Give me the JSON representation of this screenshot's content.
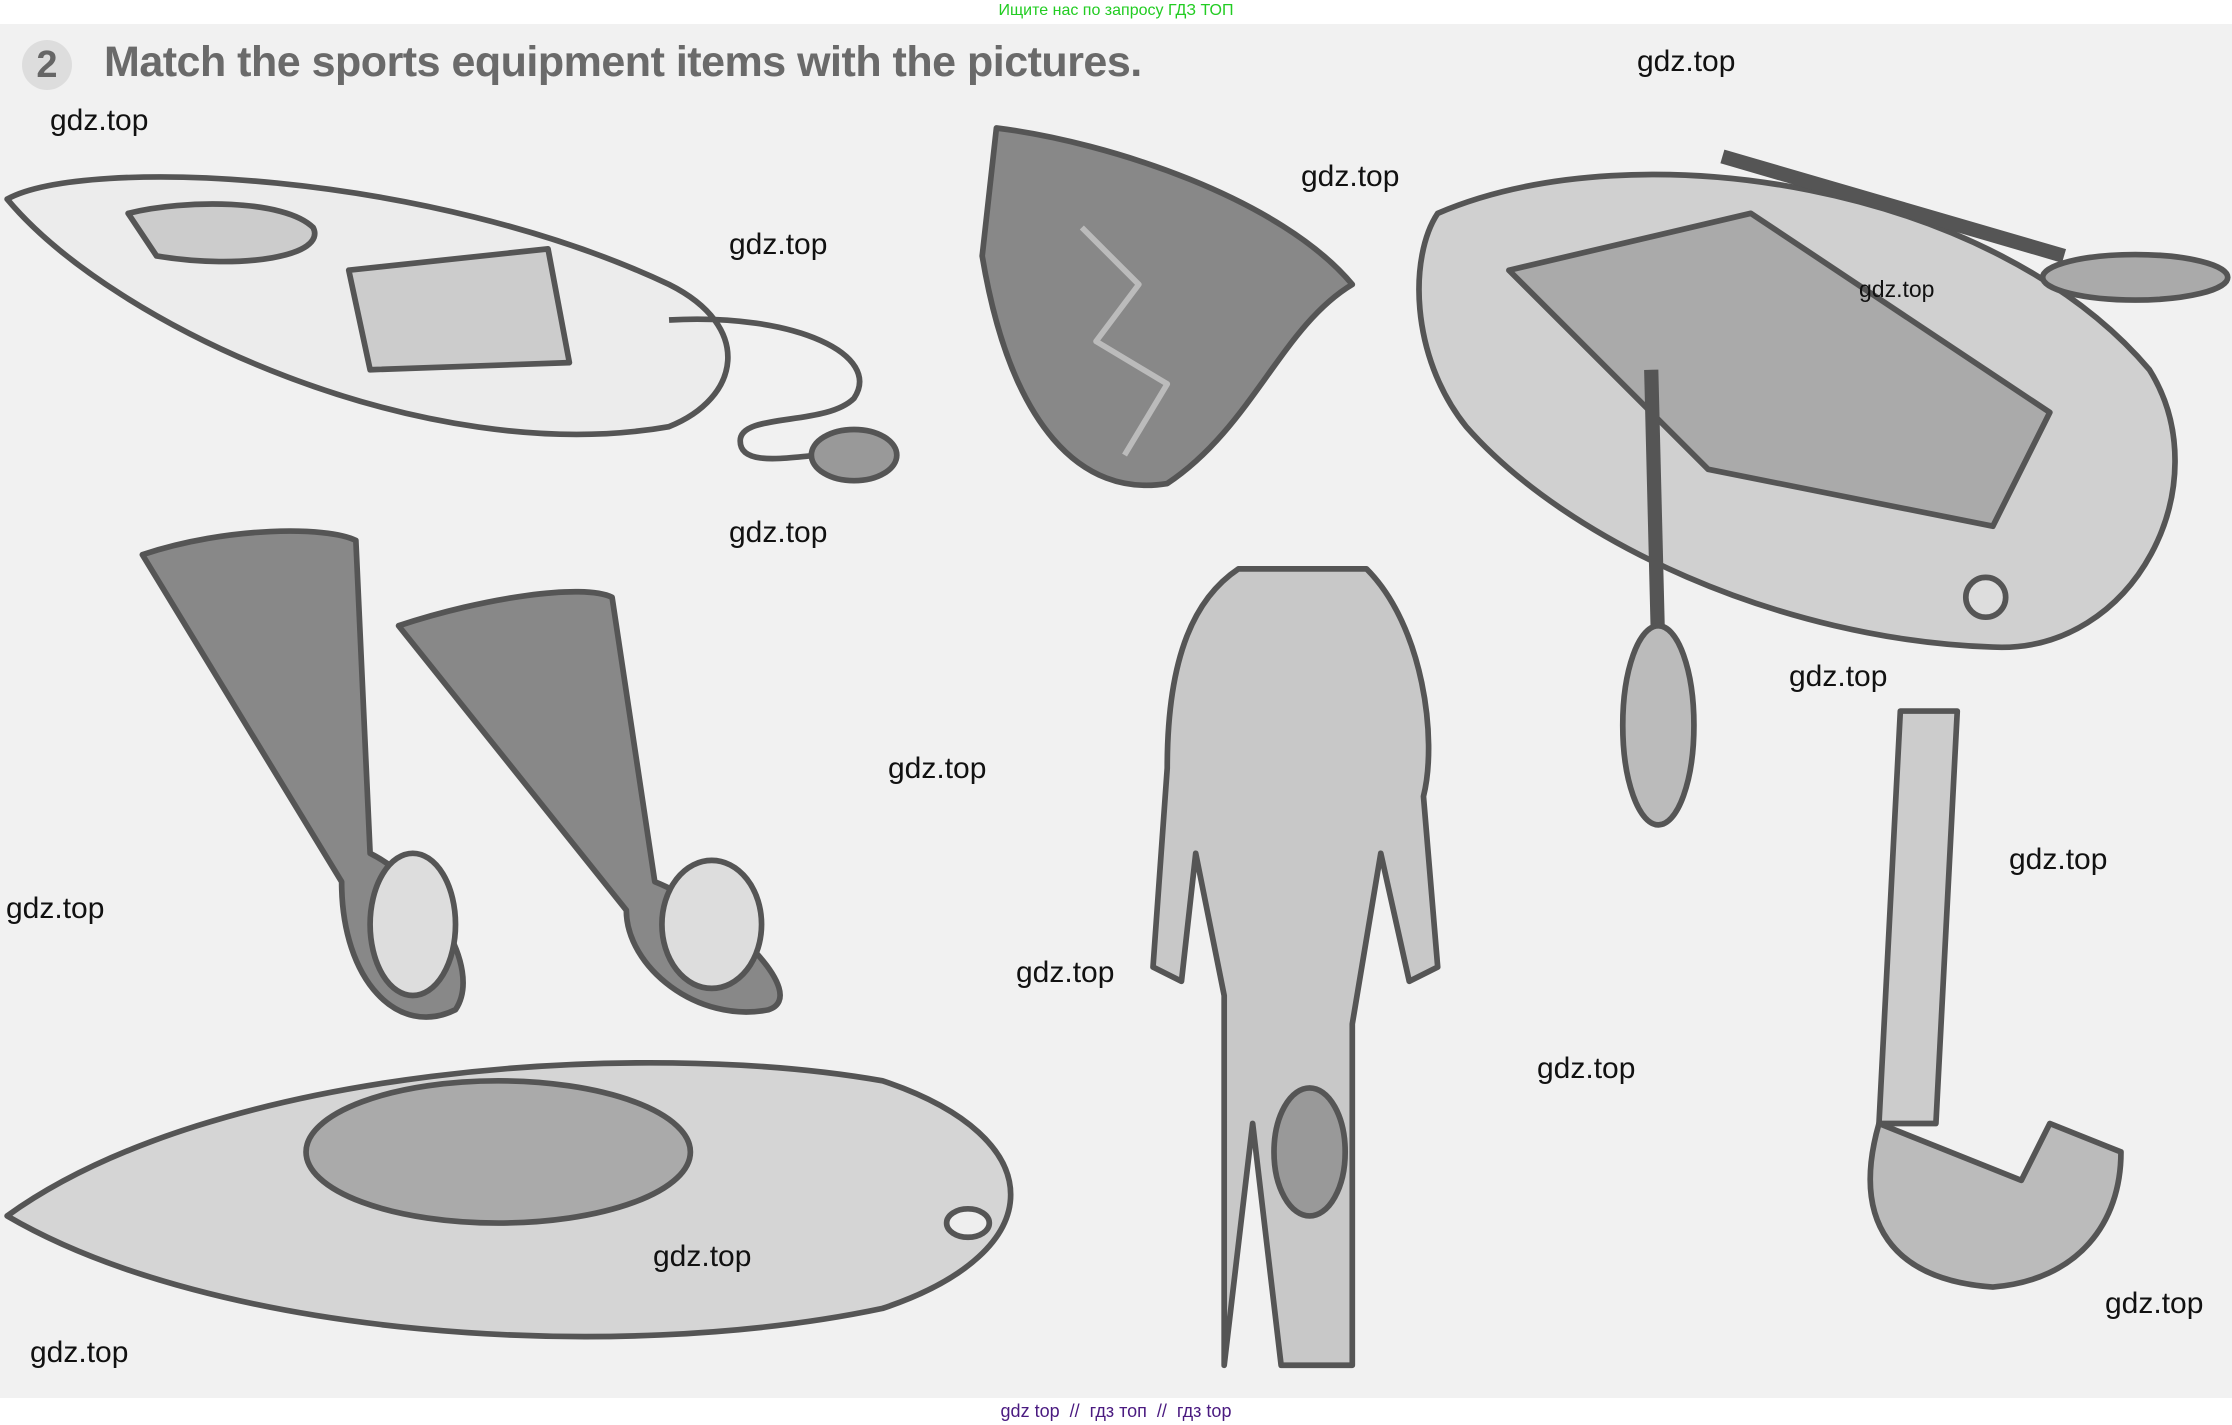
{
  "banner": "Ищите нас по запросу ГДЗ ТОП",
  "exercise": {
    "number": "2",
    "title": "Match the sports equipment items with the pictures."
  },
  "watermarks": [
    "gdz.top",
    "gdz.top",
    "gdz.top",
    "gdz.top",
    "gdz.top",
    "gdz.top",
    "gdz.top",
    "gdz.top",
    "gdz.top",
    "gdz.top",
    "gdz.top",
    "gdz.top",
    "gdz.top",
    "gdz.top",
    "gdz.top"
  ],
  "footer": "gdz top  //  гдз топ  //  гдз top"
}
